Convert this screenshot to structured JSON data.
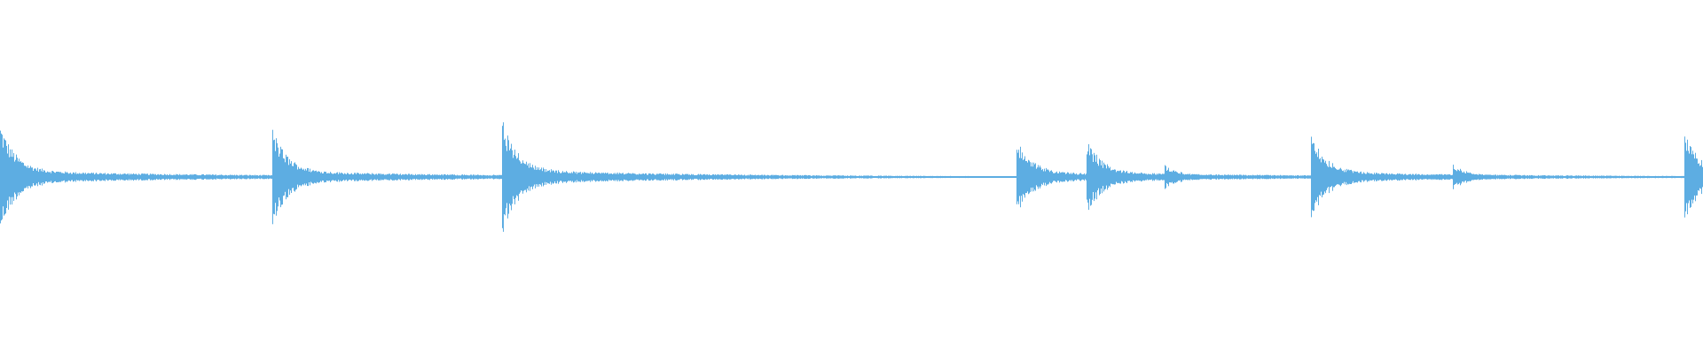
{
  "waveform": {
    "color": "#5dade2",
    "background": "#ffffff",
    "transients": [
      {
        "onset": 0.0,
        "peak": 0.31
      },
      {
        "onset": 0.16,
        "peak": 0.28
      },
      {
        "onset": 0.295,
        "peak": 0.34
      },
      {
        "onset": 0.597,
        "peak": 0.22
      },
      {
        "onset": 0.638,
        "peak": 0.22
      },
      {
        "onset": 0.684,
        "peak": 0.07
      },
      {
        "onset": 0.77,
        "peak": 0.25
      },
      {
        "onset": 0.853,
        "peak": 0.07
      },
      {
        "onset": 0.989,
        "peak": 0.25
      }
    ]
  }
}
